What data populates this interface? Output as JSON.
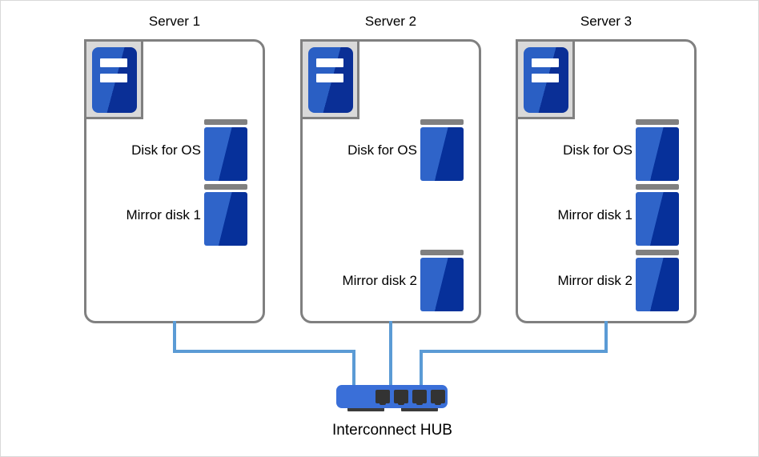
{
  "diagram": {
    "title_colors": {
      "server_border": "#808080",
      "disk_light_blue": "#2f64c9",
      "disk_dark_blue": "#06309a",
      "wire_blue": "#5b9bd5",
      "hub_blue": "#3a6fd8",
      "icon_frame_gray": "#d9d9d9",
      "port_dark": "#333333",
      "canvas_border": "#d9d9d9"
    },
    "servers": [
      {
        "title": "Server 1",
        "disks": [
          {
            "label": "Disk for OS",
            "slot": 1
          },
          {
            "label": "Mirror disk 1",
            "slot": 2
          }
        ]
      },
      {
        "title": "Server 2",
        "disks": [
          {
            "label": "Disk for OS",
            "slot": 1
          },
          {
            "label": "Mirror disk 2",
            "slot": 3
          }
        ]
      },
      {
        "title": "Server 3",
        "disks": [
          {
            "label": "Disk for OS",
            "slot": 1
          },
          {
            "label": "Mirror disk 1",
            "slot": 2
          },
          {
            "label": "Mirror disk 2",
            "slot": 3
          }
        ]
      }
    ],
    "hub": {
      "caption": "Interconnect HUB",
      "port_count": 4
    }
  }
}
